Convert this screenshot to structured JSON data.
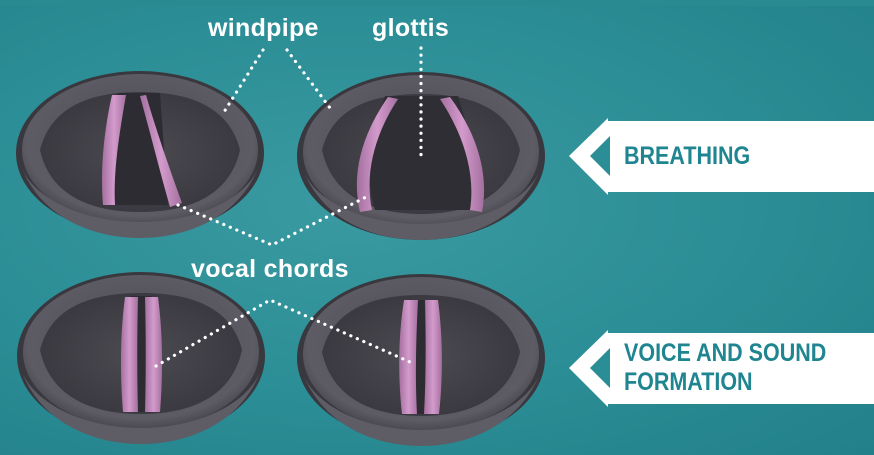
{
  "labels": {
    "windpipe": "windpipe",
    "glottis": "glottis",
    "vocal_chords": "vocal chords"
  },
  "states": [
    {
      "label_line1": "BREATHING",
      "label_line2": ""
    },
    {
      "label_line1": "VOICE AND SOUND",
      "label_line2": "FORMATION"
    }
  ],
  "colors": {
    "background": "#2b8d95",
    "arrow_fill": "#ffffff",
    "arrow_text": "#1f8590",
    "chord": "#c58cbf",
    "larynx_tissue": "#5a5860"
  }
}
